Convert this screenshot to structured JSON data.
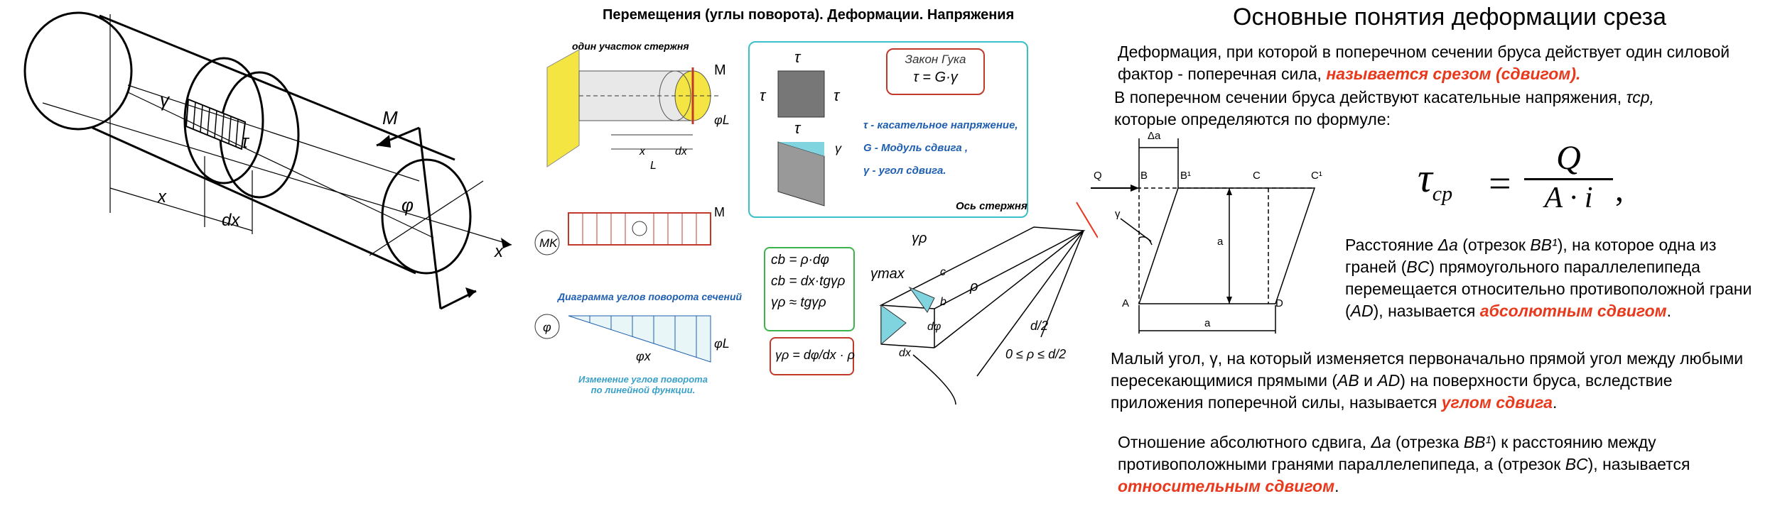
{
  "left_drawing": {
    "labels": {
      "gamma": "γ",
      "tau": "τ",
      "M": "M",
      "x_dim": "x",
      "dx_dim": "dx",
      "phi": "φ",
      "x_axis": "x"
    }
  },
  "middle": {
    "title": "Перемещения (углы поворота). Деформации. Напряжения",
    "rod_caption": "один участок стержня",
    "rod_labels": {
      "M": "M",
      "phiL": "φL",
      "x": "x",
      "dx": "dx",
      "L": "L"
    },
    "hooke": {
      "title": "Закон Гука",
      "formula": "τ = G·γ",
      "tau_desc": "τ - касательное напряжение,",
      "g_desc": "G - Модуль сдвига ,",
      "gamma_desc": "γ - угол сдвига.",
      "axis_label": "Ось стержня",
      "tau_symbol": "τ",
      "gamma_symbol": "γ"
    },
    "mk": {
      "label": "MK",
      "M": "M"
    },
    "phi_diagram": {
      "title": "Диаграмма углов поворота сечений",
      "phi_label": "φ",
      "phix": "φx",
      "phiL": "φL",
      "caption_line1": "Изменение углов поворота",
      "caption_line2": "по линейной функции."
    },
    "formulas": {
      "f1": "cb = ρ·dφ",
      "f2": "cb = dx·tgγρ",
      "f3": "γρ ≈ tgγρ",
      "f4": "γρ = dφ/dx · ρ"
    },
    "prism": {
      "gamma_rho": "γρ",
      "gamma_max": "γmax",
      "c": "c",
      "b": "b",
      "rho": "ρ",
      "dphi": "dφ",
      "dx": "dx",
      "d2": "d/2",
      "range": "0 ≤ ρ ≤ d/2"
    }
  },
  "right": {
    "title": "Основные понятия деформации среза",
    "p1_text": "Деформация, при которой в поперечном сечении бруса действует один силовой фактор - поперечная сила, ",
    "p1_red": "называется срезом (сдвигом).",
    "p2_text": "В поперечном сечении бруса  действуют  касательные напряжения, ",
    "p2_sym": "τср,",
    "p2_line2": "которые определяются по формуле:",
    "diagram": {
      "da": "Δa",
      "Q": "Q",
      "B": "B",
      "B1": "B¹",
      "C": "C",
      "C1": "C¹",
      "gamma": "γ",
      "a_vert": "a",
      "A": "A",
      "D": "D",
      "a_horiz": "a"
    },
    "formula": {
      "lhs": "τ",
      "lhs_sub": "ср",
      "num": "Q",
      "den": "A · i"
    },
    "p3_a": "Расстояние ",
    "p3_da": "Δa",
    "p3_b": " (отрезок ",
    "p3_bb": "BB¹",
    "p3_c": "), на которое одна из граней (",
    "p3_bc": "BC",
    "p3_d": ") прямоугольного параллелепипеда перемещается относительно противоположной грани (",
    "p3_ad": "AD",
    "p3_e": "), называется ",
    "p3_red": "абсолютным сдвигом",
    "p3_end": ".",
    "p4_a": "Малый угол, γ, на который изменяется первоначально прямой угол между любыми пересекающимися прямыми (",
    "p4_ab": "AB",
    "p4_b": " и ",
    "p4_ad": "AD",
    "p4_c": ") на поверхности бруса, вследствие приложения поперечной силы, называется ",
    "p4_red": "углом сдвига",
    "p4_end": ".",
    "p5_a": "Отношение абсолютного сдвига, ",
    "p5_da": "Δa",
    "p5_b": " (отрезка ",
    "p5_bb": "BB¹",
    "p5_c": ") к расстоянию между противоположными гранями параллелепипеда, а (отрезок ",
    "p5_bc": "BC",
    "p5_d": "), называется ",
    "p5_red": "относительным сдвигом",
    "p5_end": "."
  },
  "colors": {
    "accent_red": "#e8391d",
    "hooke_border": "#39c0c8",
    "formula_green": "#3cb44b",
    "formula_red": "#c0392b",
    "support_yellow": "#f4e542"
  }
}
